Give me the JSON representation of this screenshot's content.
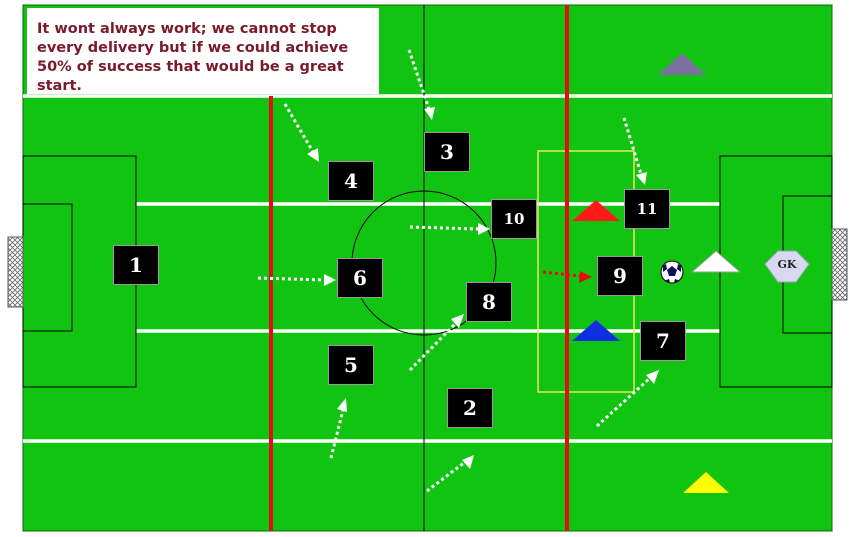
{
  "note": {
    "text": "It wont always work; we cannot stop every delivery but if we could achieve 50% of success that would be a great start."
  },
  "players": [
    {
      "number": "1"
    },
    {
      "number": "2"
    },
    {
      "number": "3"
    },
    {
      "number": "4"
    },
    {
      "number": "5"
    },
    {
      "number": "6"
    },
    {
      "number": "7"
    },
    {
      "number": "8"
    },
    {
      "number": "9"
    },
    {
      "number": "10"
    },
    {
      "number": "11"
    }
  ],
  "goalkeeper": {
    "label": "GK"
  },
  "colors": {
    "pitch": "#12c412",
    "pitch_lines": "#ffffff",
    "zone_lines": "#e01010",
    "box_highlight": "#e8e85a",
    "arrow_white": "#ffffff",
    "arrow_red": "#e01010",
    "cone_red": "#ff1a1a",
    "cone_blue": "#1030e0",
    "cone_white": "#ffffff",
    "cone_grey": "#7a70a0",
    "cone_yellow": "#ffff00",
    "player_box": "#000000",
    "gk_fill": "#d8d8f0",
    "note_text": "#7a1a2a"
  },
  "icons": {
    "ball": "soccer-ball-icon",
    "goal": "goal-net-icon",
    "cone": "cone-marker-icon"
  }
}
